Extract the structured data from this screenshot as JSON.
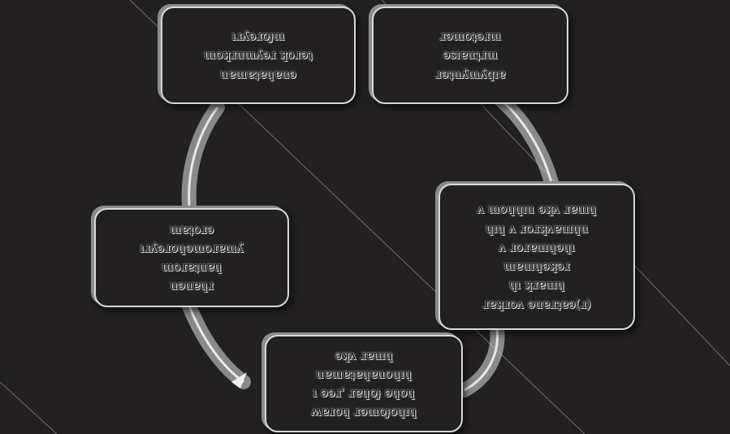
{
  "diagram": {
    "type": "cycle",
    "nodes": [
      {
        "id": "n1",
        "text": "ıɹʎǝɹoɟɯ\nɯoʞɹuɯʎǝɹ ʞoɹǝʇ\nuɐɯɐʇɐɥɐuǝ"
      },
      {
        "id": "n2",
        "text": "ɹǝɯoʇǝɹɯ\nǝsıɐuʇɹɯ\nɹǝʇuʎɯʎqıɐ"
      },
      {
        "id": "n3",
        "text": "ʌ ɯoɥɥıu ǝʞʌ ɹɐuıɥ\nɥıɥ ʌ ɹoɹʞʌɐuıɥu\nʌ ɹoɹɐuıɥǝɥı\nɯɐuıɥǝʞǝɹ\nɥı ʞɹɐuıɥ\nɹɐʞɹoʌ ǝuɐɹʇɐǝ(ɹ)"
      },
      {
        "id": "n4",
        "text": "ǝʞʌ ɹɐuıɥ\nuɐɯɐʇɐɥɐuoɥıɥ\nı ǝǝɹ' ɹɐɥoɟ ǝɥoɥ\nʍɐɹoɥ ɹǝɯoɟoɥıɥ"
      },
      {
        "id": "n5",
        "text": "ɯɐʇoɹǝ\nıɹʎǝɹoɥǝɯoɹɐɯʎ\nɯoɹɐʇuɐɥ\nuǝuɐɥɹ"
      }
    ]
  }
}
